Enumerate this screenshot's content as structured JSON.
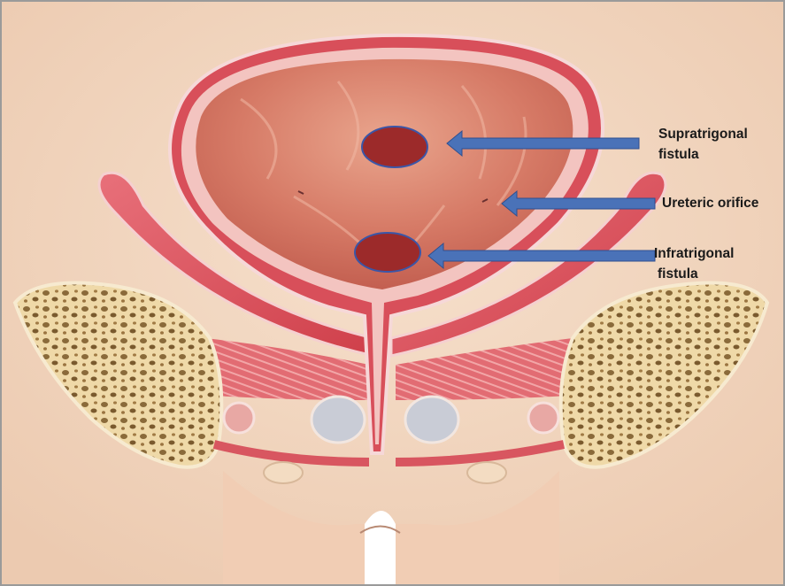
{
  "labels": {
    "supratrigonal": [
      "Supratrigonal",
      "fistula"
    ],
    "ureteric_orifice": "Ureteric orifice",
    "infratrigonal": [
      "Infratrigonal",
      "fistula"
    ]
  },
  "colors": {
    "background": "#f3d9c4",
    "fistula_fill": "#9c2a2a",
    "fistula_outline": "#3a56a8",
    "arrow": "#4a72b8",
    "muscle": "#d9505a",
    "bone": "#f0dcae"
  },
  "icons": [
    "arrow-left-icon"
  ]
}
